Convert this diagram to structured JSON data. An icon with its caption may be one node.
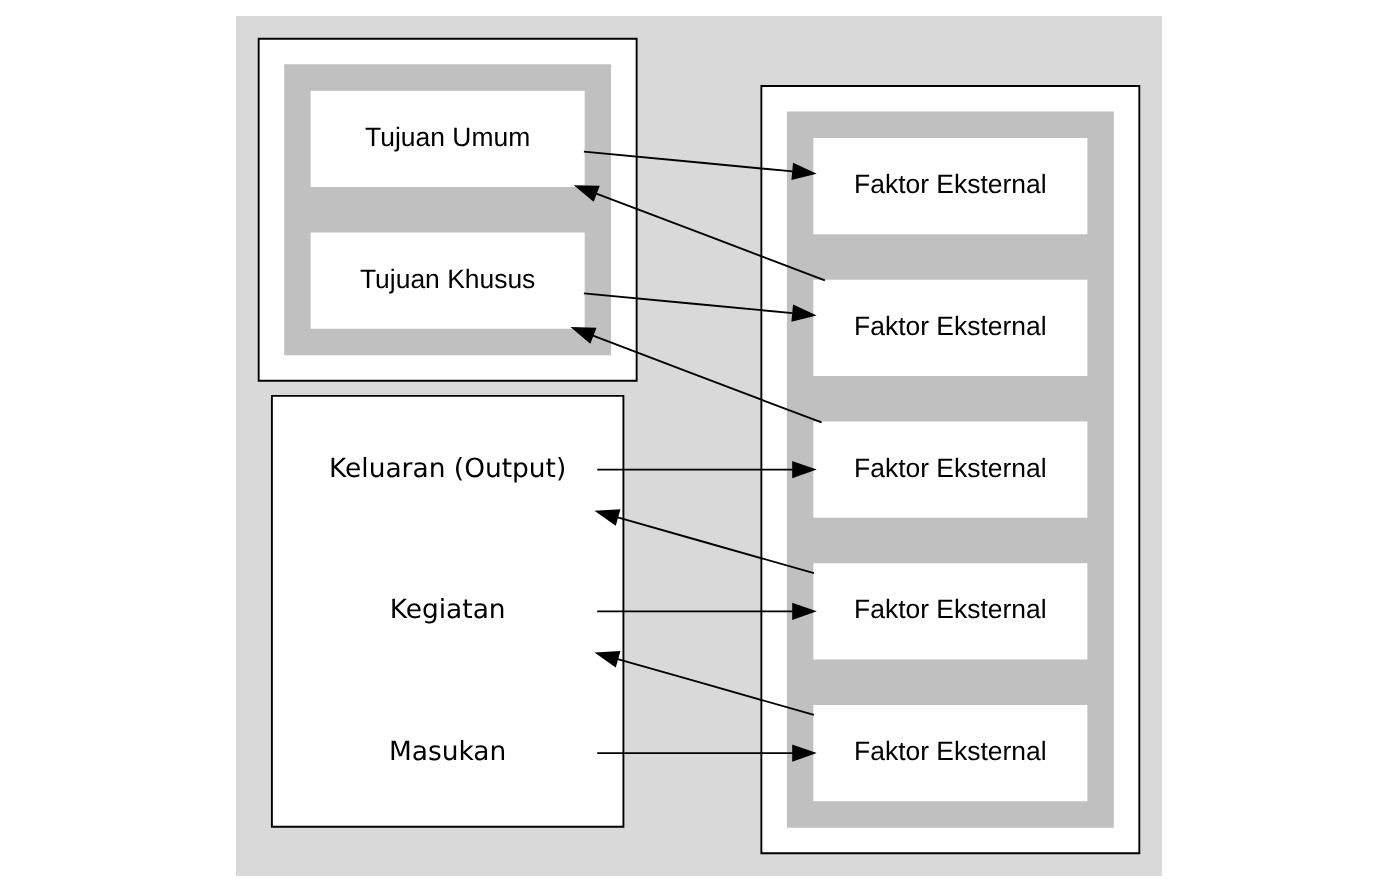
{
  "diagram": {
    "nodes": [
      {
        "text": [],
        "shape": "box"
      },
      {
        "text": [],
        "shape": "box",
        "in": 0
      },
      {
        "text": [
          "Tujuan Umum"
        ],
        "in": 1
      },
      {
        "text": [
          "Tujuan Khusus"
        ],
        "in": 1
      },
      {
        "text": [],
        "shape": "box"
      },
      {
        "text": [
          "Keluaran (Output)"
        ],
        "in": 4
      },
      {
        "text": [
          "Kegiatan"
        ],
        "in": 4
      },
      {
        "text": [
          "Masukan"
        ],
        "in": 4
      },
      {
        "text": [],
        "shape": "box"
      },
      {
        "text": [],
        "shape": "box",
        "in": 8
      },
      {
        "text": [
          "Faktor Eksternal"
        ],
        "in": 9
      },
      {
        "text": [
          "Faktor Eksternal"
        ],
        "in": 9
      },
      {
        "text": [
          "Faktor Eksternal"
        ],
        "in": 9
      },
      {
        "text": [
          "Faktor Eksternal"
        ],
        "in": 9
      },
      {
        "text": [
          "Faktor Eksternal"
        ],
        "in": 9
      }
    ],
    "edges": [
      {
        "from": 2,
        "to": 10,
        "arrow": "to"
      },
      {
        "from": 11,
        "to": 2,
        "arrow": "to"
      },
      {
        "from": 3,
        "to": 11,
        "arrow": "to"
      },
      {
        "from": 12,
        "to": 3,
        "arrow": "to"
      },
      {
        "from": 5,
        "to": 12,
        "arrow": "to"
      },
      {
        "from": 13,
        "to": 5,
        "arrow": "to"
      },
      {
        "from": 6,
        "to": 13,
        "arrow": "to"
      },
      {
        "from": 14,
        "to": 6,
        "arrow": "to"
      },
      {
        "from": 7,
        "to": 14,
        "arrow": "to"
      }
    ]
  }
}
